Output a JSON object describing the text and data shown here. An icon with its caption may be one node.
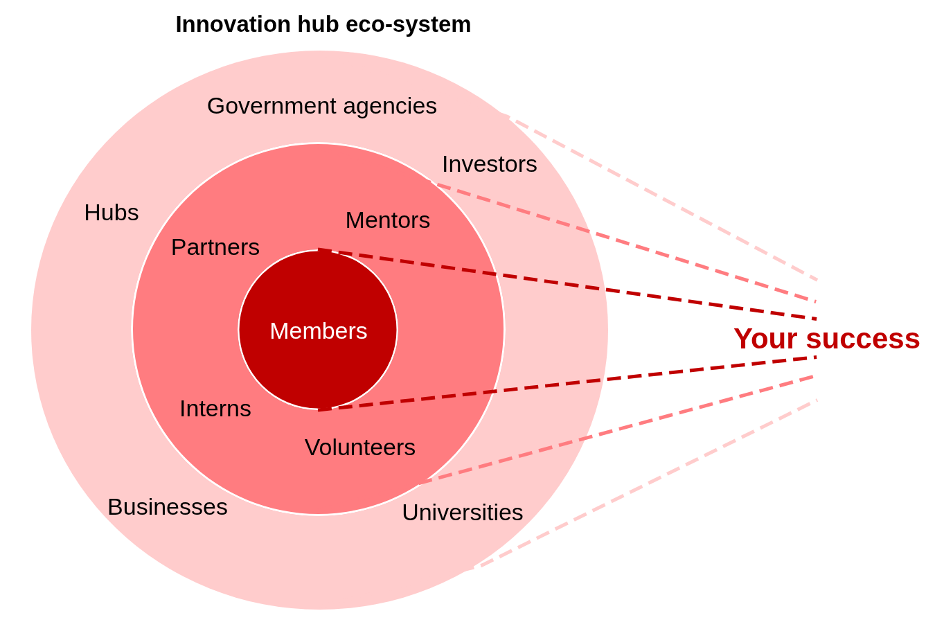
{
  "diagram": {
    "title": "Innovation hub eco-system",
    "nodes": [
      {
        "text": [],
        "shape": "circle"
      },
      {
        "text": [
          "Government agencies"
        ],
        "in": 0
      },
      {
        "text": [
          "Investors"
        ],
        "in": 0
      },
      {
        "text": [
          "Hubs"
        ],
        "in": 0
      },
      {
        "text": [
          "Mentors",
          "Partners",
          "Interns",
          "Volunteers"
        ],
        "in": 0
      },
      {
        "text": [
          "Members"
        ],
        "in": 4
      },
      {
        "text": [
          "Businesses"
        ],
        "in": 0
      },
      {
        "text": [
          "Universities"
        ],
        "in": 0
      },
      {
        "text": [
          "Your success"
        ]
      }
    ],
    "edges": [
      {
        "from": 0,
        "to": 8,
        "arrow": "none",
        "style": "dashed",
        "color": "#ffcccc"
      },
      {
        "from": 4,
        "to": 8,
        "arrow": "none",
        "style": "dashed",
        "color": "#ff7c80"
      },
      {
        "from": 5,
        "to": 8,
        "arrow": "none",
        "style": "dashed",
        "color": "#c00000"
      },
      {
        "from": 5,
        "to": 8,
        "arrow": "none",
        "style": "dashed",
        "color": "#c00000"
      },
      {
        "from": 4,
        "to": 8,
        "arrow": "none",
        "style": "dashed",
        "color": "#ff7c80"
      },
      {
        "from": 0,
        "to": 8,
        "arrow": "none",
        "style": "dashed",
        "color": "#ffcccc"
      }
    ]
  }
}
